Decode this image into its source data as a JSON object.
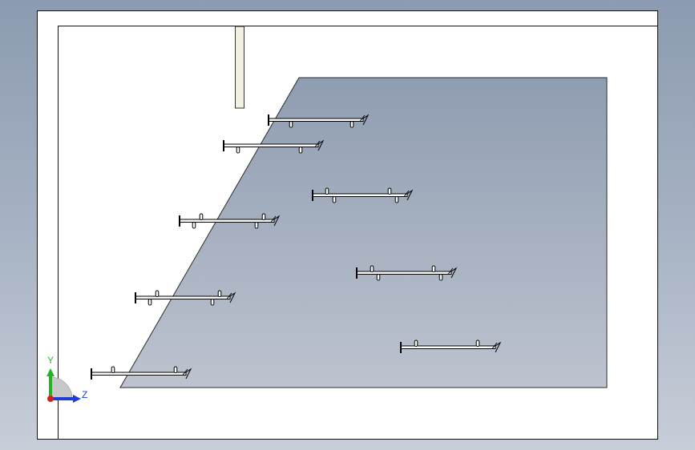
{
  "triad": {
    "y_label": "Y",
    "z_label": "Z",
    "y_color": "#22b422",
    "z_color": "#1e3fd6",
    "x_color": "#d81f1f"
  },
  "colors": {
    "background_top": "#8c9bb1",
    "background_bottom": "#c8ced8",
    "drawing_sheet": "#ffffff",
    "plane_top": "#8f9db1",
    "plane_bottom": "#bdc3cf",
    "post": "#f3f1e1",
    "part_stroke": "#000000"
  },
  "parts": {
    "rail_count": 8,
    "rail_icon": "rail-with-hooks",
    "post_icon": "vertical-post"
  }
}
